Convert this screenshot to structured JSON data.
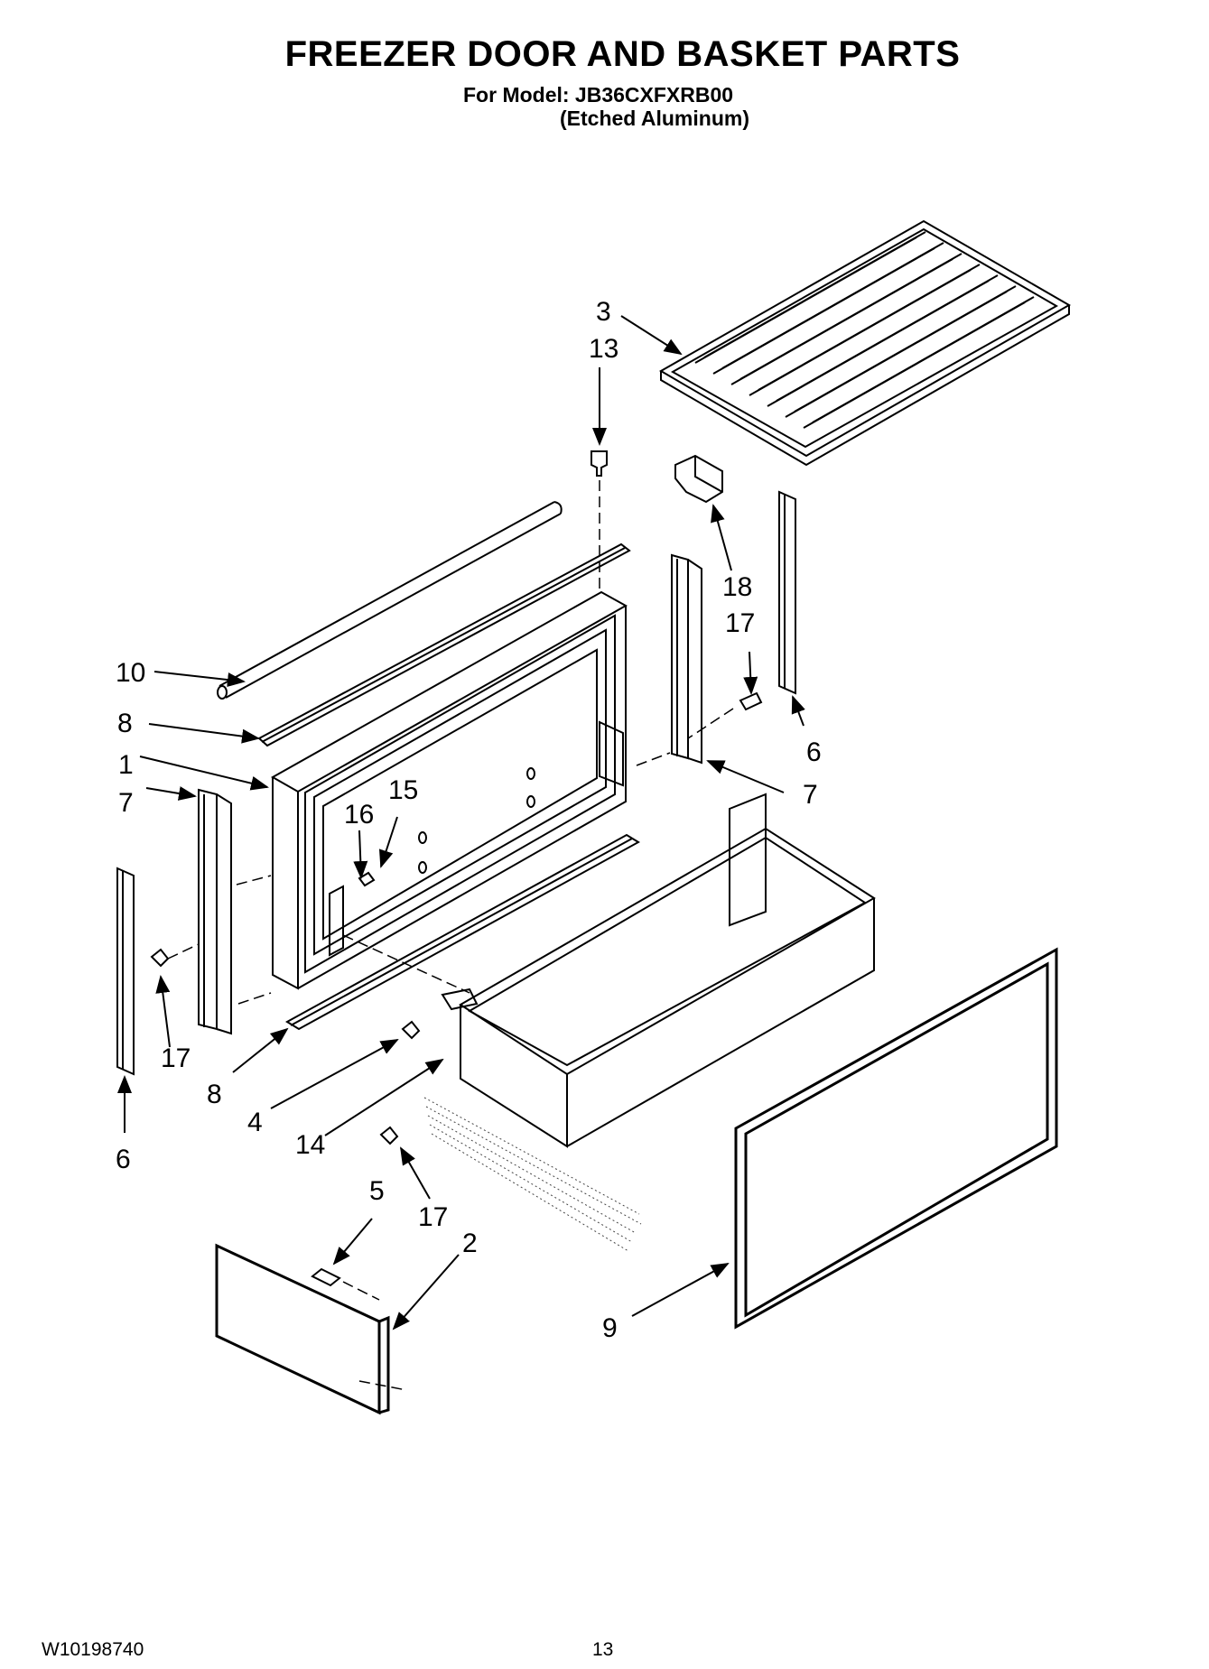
{
  "header": {
    "title": "FREEZER DOOR AND BASKET PARTS",
    "model_line": "For Model: JB36CXFXRB00",
    "finish_line": "(Etched Aluminum)"
  },
  "footer": {
    "doc_number": "W10198740",
    "page_number": "13"
  },
  "diagram": {
    "callouts": {
      "c3": "3",
      "c13": "13",
      "c18": "18",
      "c17_top": "17",
      "c6_right": "6",
      "c7_right": "7",
      "c10": "10",
      "c8_top": "8",
      "c1": "1",
      "c7_left": "7",
      "c16": "16",
      "c15": "15",
      "c17_left": "17",
      "c6_left": "6",
      "c8_bottom": "8",
      "c4": "4",
      "c14": "14",
      "c17_bottom": "17",
      "c5": "5",
      "c2": "2",
      "c9": "9"
    }
  }
}
